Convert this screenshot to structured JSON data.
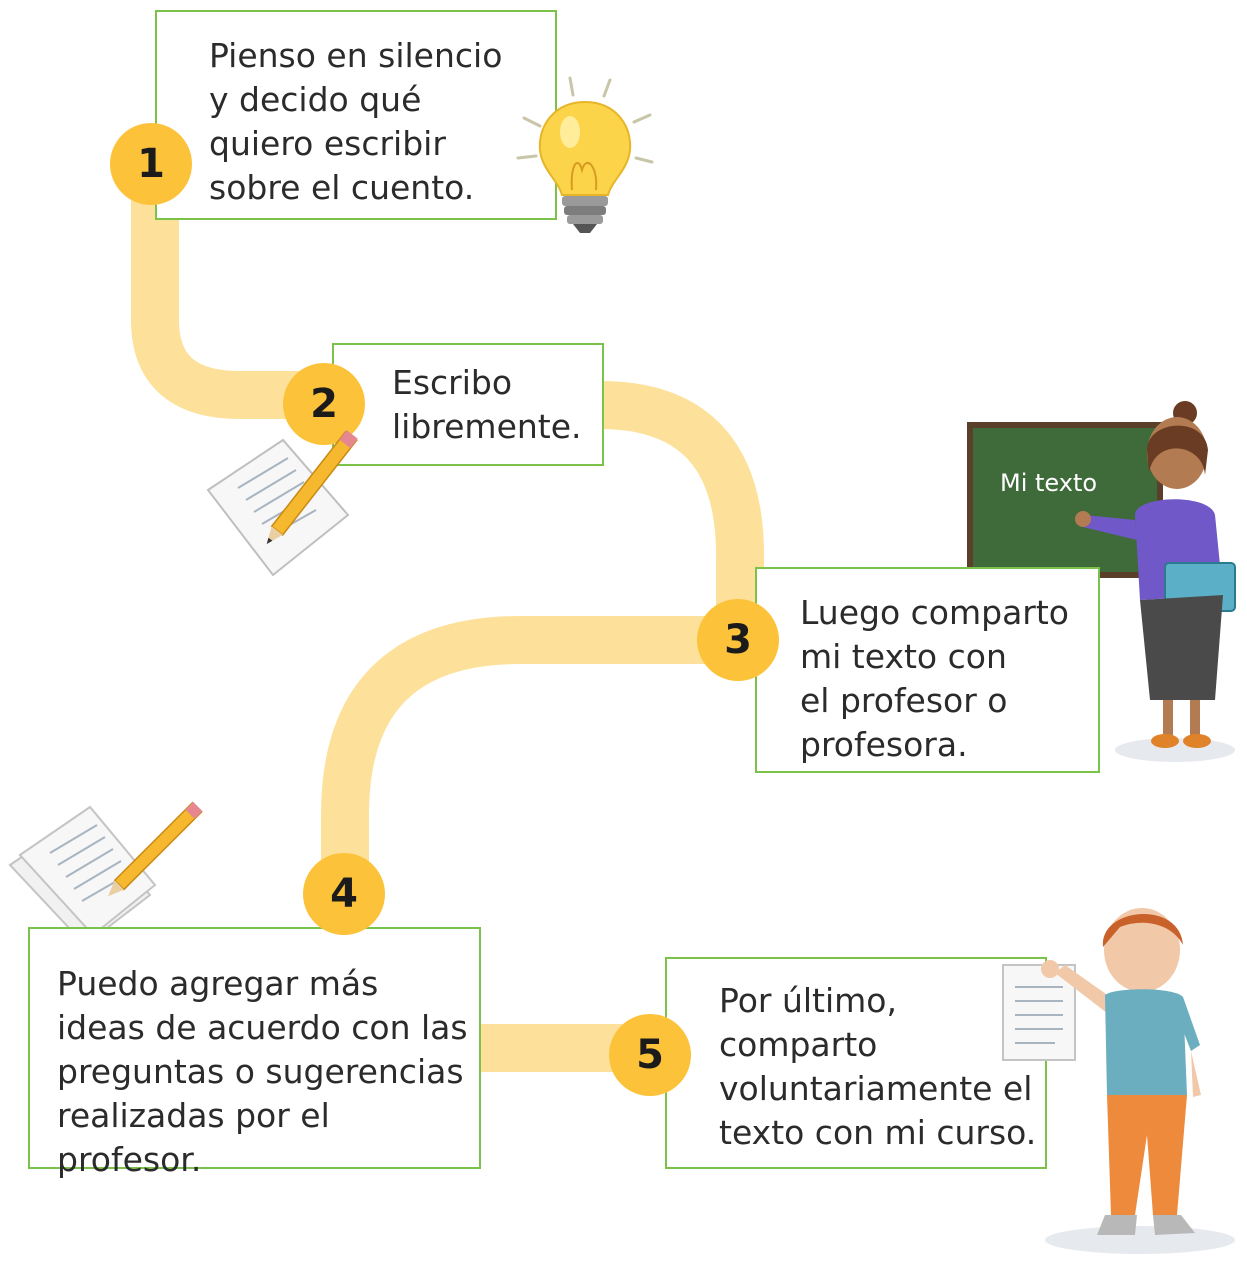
{
  "steps": [
    {
      "number": "1",
      "text": [
        "Pienso en silencio",
        "y decido qué",
        "quiero escribir",
        "sobre el cuento."
      ]
    },
    {
      "number": "2",
      "text": [
        "Escribo",
        "libremente."
      ]
    },
    {
      "number": "3",
      "text": [
        "Luego comparto",
        "mi texto con",
        "el profesor o",
        "profesora."
      ]
    },
    {
      "number": "4",
      "text": [
        "Puedo agregar más",
        "ideas de acuerdo con las",
        "preguntas o sugerencias",
        "realizadas por el profesor."
      ]
    },
    {
      "number": "5",
      "text": [
        "Por último,",
        "comparto",
        "voluntariamente el",
        "texto con mi curso."
      ]
    }
  ],
  "chalkboard_text": "Mi texto",
  "colors": {
    "path": "#fde19a",
    "badge": "#fcc33a",
    "box_border": "#7bc24a"
  },
  "icons": [
    "lightbulb-icon",
    "paper-pencil-icon",
    "teacher-illustration",
    "papers-pencil-icon",
    "student-illustration"
  ]
}
